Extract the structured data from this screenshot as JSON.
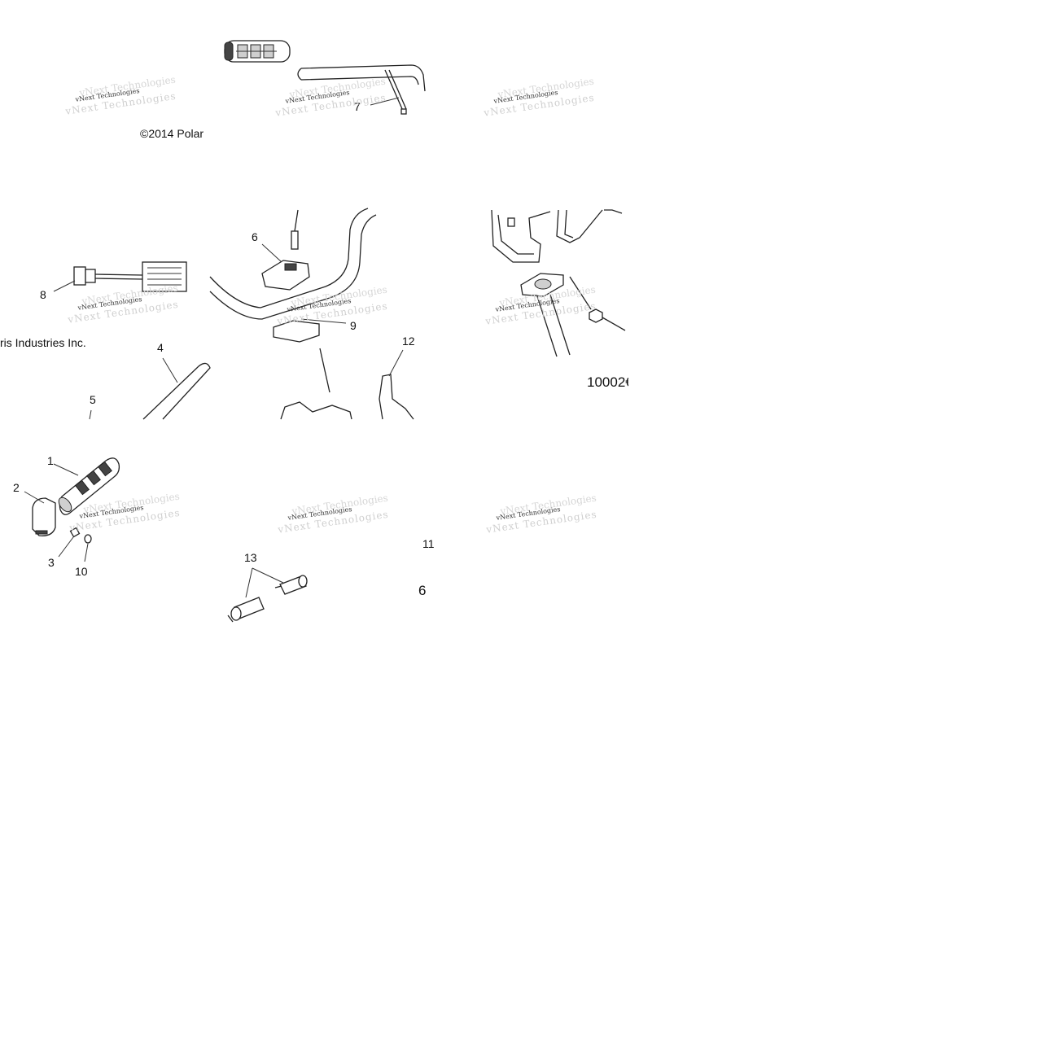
{
  "copyright_line1": "©2014 Polar",
  "copyright_line2": "ris Industries Inc.",
  "reference_number": "10002€",
  "watermark_text": "vNext Technologies",
  "callouts": {
    "c1": "1",
    "c2": "2",
    "c3": "3",
    "c4": "4",
    "c5": "5",
    "c6": "6",
    "c7": "7",
    "c8": "8",
    "c9": "9",
    "c10": "10",
    "c11": "11",
    "c12": "12",
    "c13": "13",
    "c6b": "6"
  },
  "colors": {
    "line": "#222222",
    "background": "#ffffff"
  }
}
